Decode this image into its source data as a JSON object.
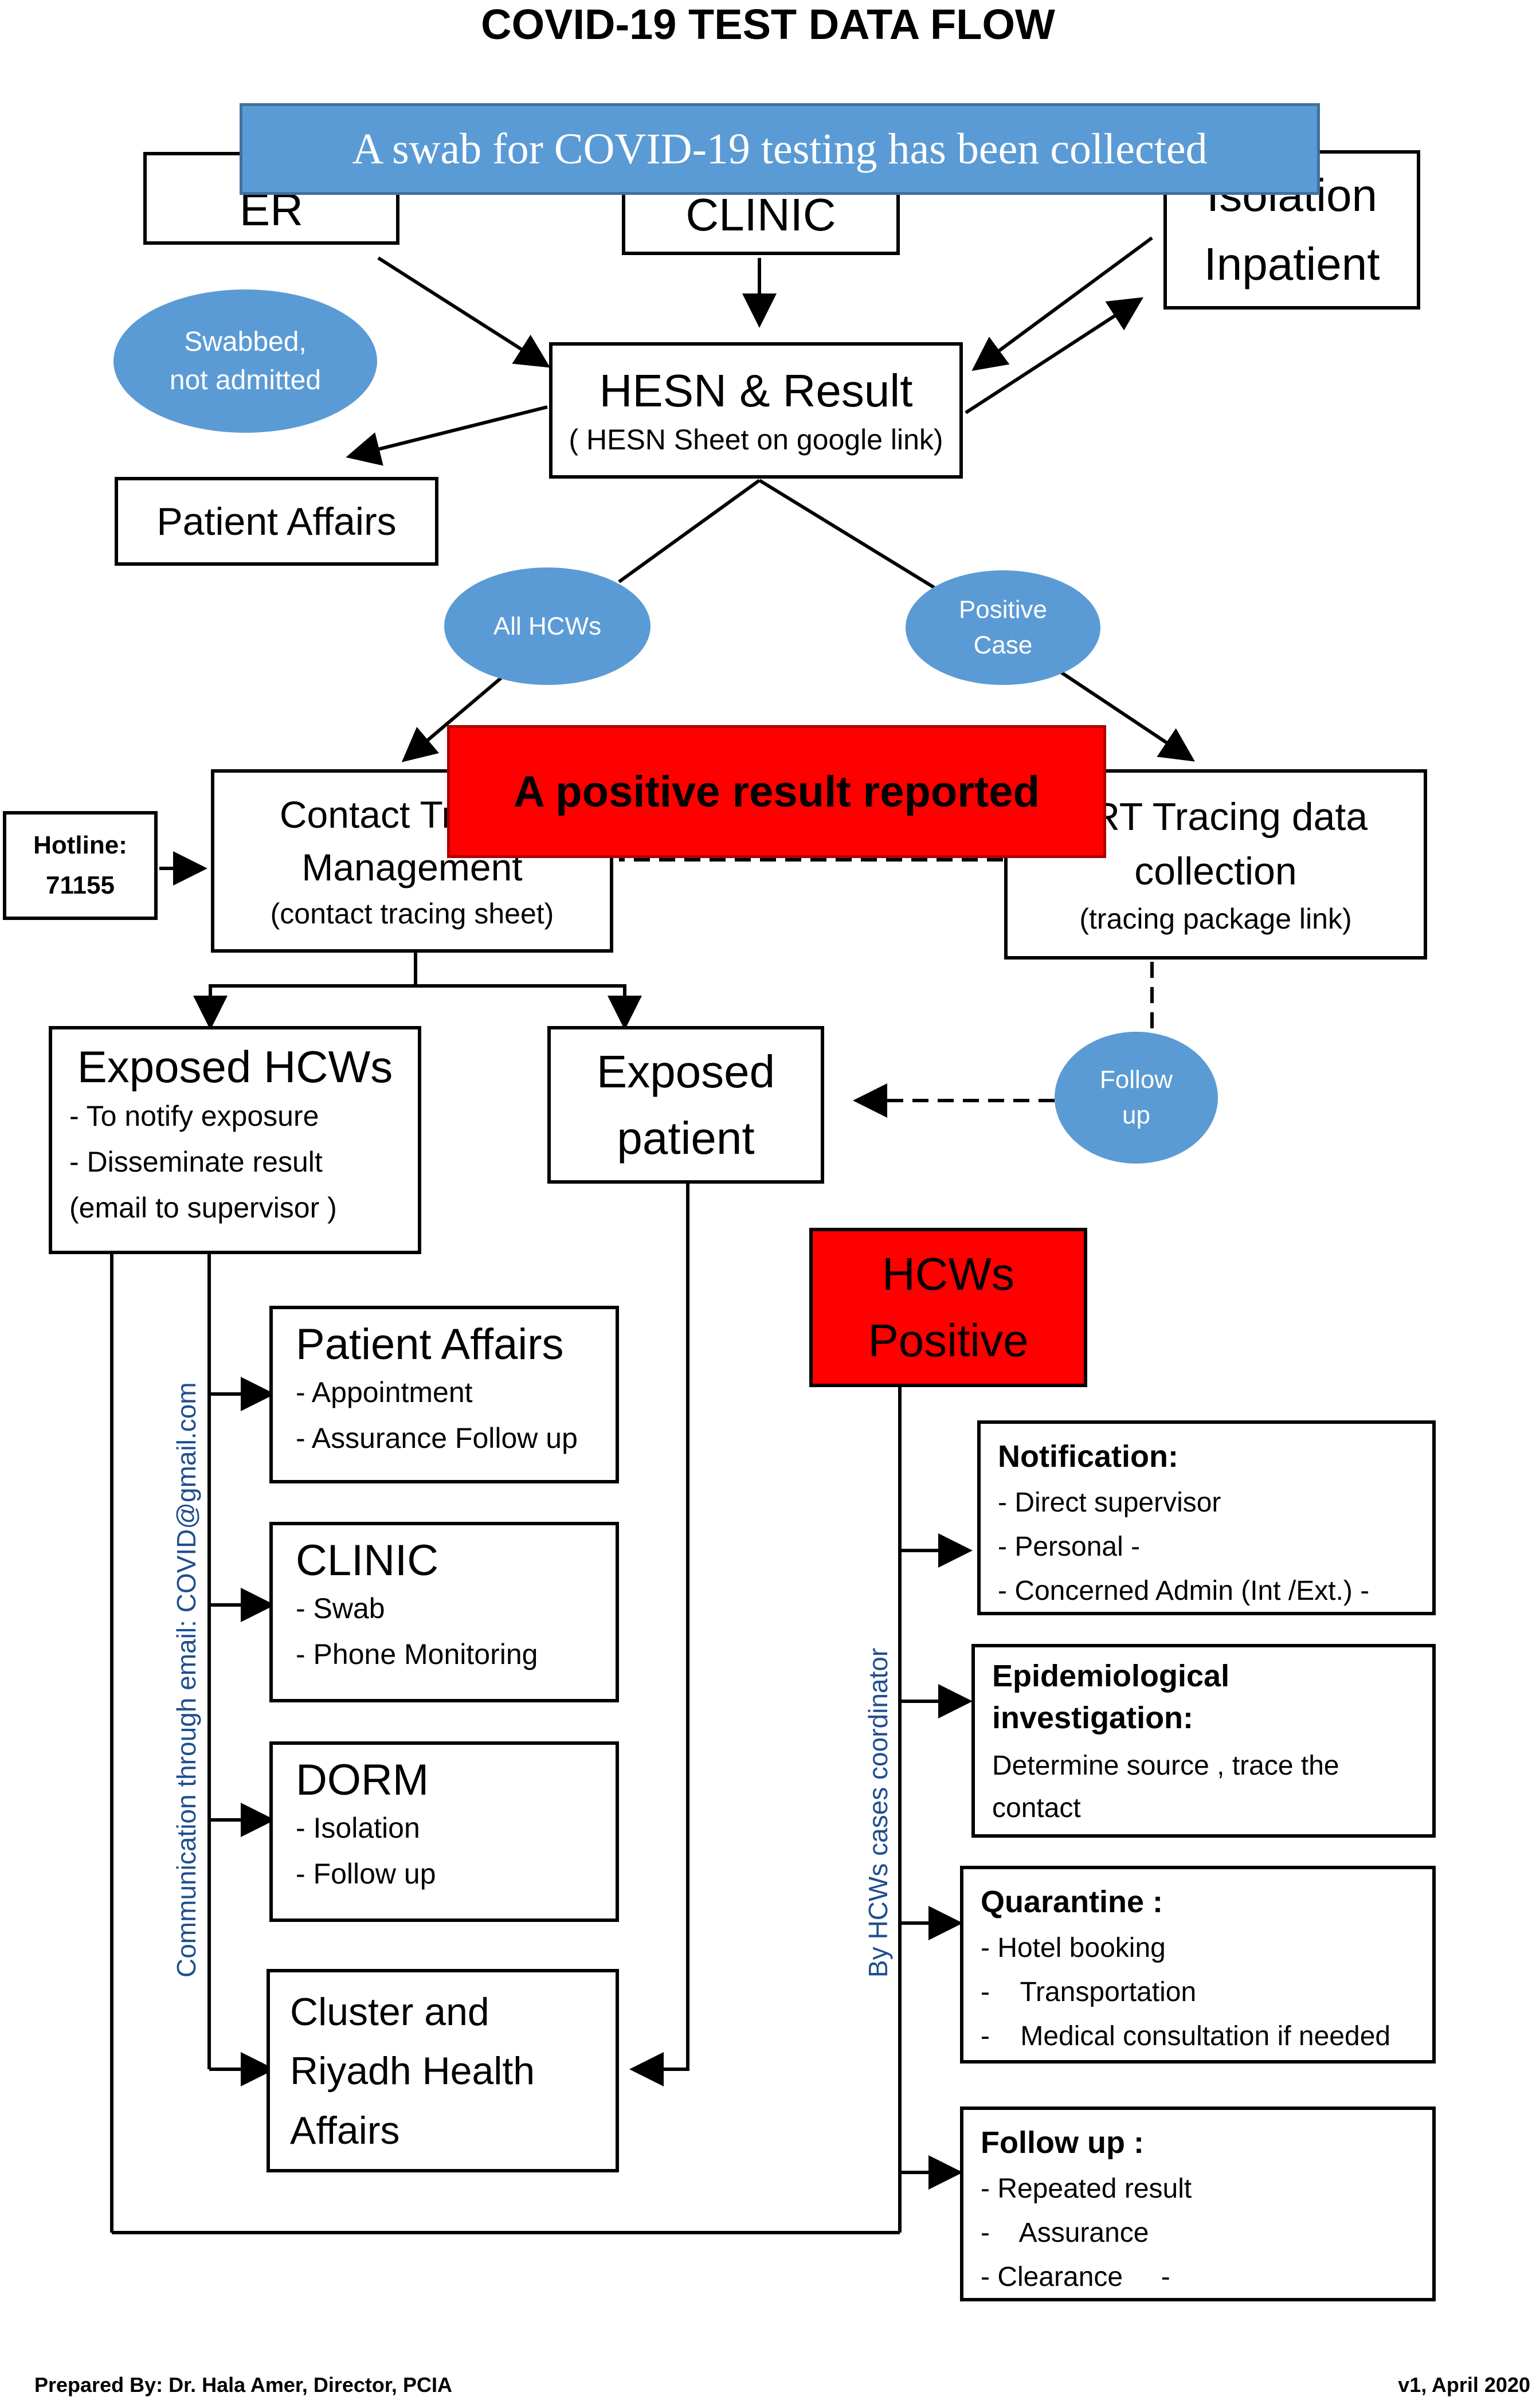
{
  "title": "COVID-19 TEST DATA FLOW",
  "banners": {
    "swab": "A swab for COVID-19 testing has been collected",
    "positive": "A positive result reported"
  },
  "sources": {
    "er": "ER",
    "clinic": "CLINIC",
    "isolation_line1": "Isolation",
    "isolation_line2": "Inpatient"
  },
  "hesn": {
    "title": "HESN & Result",
    "subtitle": "( HESN Sheet on google link)"
  },
  "swabbed_not_admitted": [
    "Swabbed,",
    "not admitted"
  ],
  "patient_affairs_top": "Patient Affairs",
  "ellipses": {
    "all_hcws": "All HCWs",
    "positive_case": [
      "Positive",
      "Case"
    ],
    "follow_up": [
      "Follow",
      "up"
    ]
  },
  "hotline": [
    "Hotline:",
    "71155"
  ],
  "contact_tracing": {
    "line1": "Contact Tracing",
    "line2": "Management",
    "sub": "(contact tracing sheet)"
  },
  "rrt_tracing": {
    "line1": "RRT Tracing data",
    "line2": "collection",
    "sub": "(tracing package link)"
  },
  "exposed_hcws": {
    "title": "Exposed HCWs",
    "items": [
      "- To notify exposure",
      "- Disseminate result",
      "(email to supervisor )"
    ]
  },
  "exposed_patient": [
    "Exposed",
    "patient"
  ],
  "hcws_positive": [
    "HCWs",
    "Positive"
  ],
  "patient_affairs": {
    "title": "Patient Affairs",
    "items": [
      "- Appointment",
      "- Assurance Follow up"
    ]
  },
  "clinic_box": {
    "title": "CLINIC",
    "items": [
      "- Swab",
      "- Phone Monitoring"
    ]
  },
  "dorm": {
    "title": "DORM",
    "items": [
      "- Isolation",
      "- Follow up"
    ]
  },
  "cluster": [
    "Cluster and",
    "Riyadh Health",
    "Affairs"
  ],
  "vertical_left": "Communication through email: COVID@gmail.com",
  "vertical_right": "By HCWs cases coordinator",
  "notification": {
    "title": "Notification:",
    "items": [
      "- Direct supervisor",
      "- Personal    -",
      "- Concerned Admin (Int /Ext.)   -"
    ]
  },
  "epidemiological": {
    "title1": "Epidemiological",
    "title2": "investigation:",
    "text1": "Determine source , trace the",
    "text2": "contact"
  },
  "quarantine": {
    "title": "Quarantine  :",
    "items": [
      "- Hotel booking",
      "-    Transportation",
      "-    Medical consultation if needed"
    ]
  },
  "follow_up_box": {
    "title": "Follow up  :",
    "items": [
      "- Repeated result",
      "-    Assurance",
      "- Clearance     -"
    ]
  },
  "footer": {
    "prepared": "Prepared By: Dr. Hala Amer, Director, PCIA",
    "version": "v1, April 2020"
  },
  "colors": {
    "ellipse": "#5b9bd5",
    "banner_blue": "#5b9bd5",
    "banner_red": "#ff0000",
    "vertical_text": "#1f4e8f"
  }
}
